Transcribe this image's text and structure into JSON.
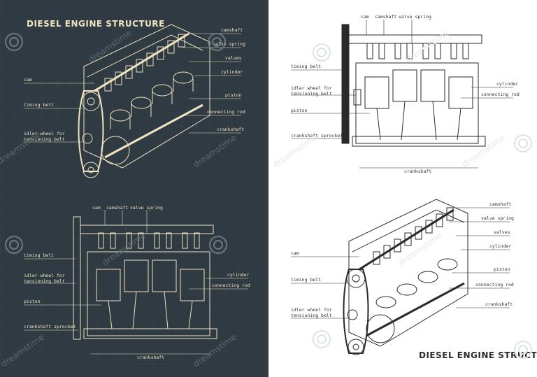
{
  "colors": {
    "dark_bg": "#2f3a43",
    "dark_line": "#efe3c0",
    "light_bg": "#ffffff",
    "light_line": "#2a2a2a",
    "watermark": "#c9d2d8"
  },
  "icons": [
    "dreamstime-spiral-icon"
  ],
  "watermark_text": "dreamstime",
  "left": {
    "title": "DIESEL ENGINE STRUCTURE",
    "iso_labels": {
      "camshaft": "camshaft",
      "valve_spring": "valve spring",
      "valves": "valves",
      "cylinder": "cylinder",
      "piston": "piston",
      "connecting_rod": "connecting rod",
      "crankshaft": "crankshaft",
      "cam": "cam",
      "timing_belt": "timing belt",
      "idler_wheel": [
        "idler wheel for",
        "tensioning belt"
      ]
    },
    "front_labels": {
      "cam": "cam",
      "camshaft": "camshaft",
      "valve_spring": "valve spring",
      "timing_belt": "timing belt",
      "idler_wheel": [
        "idler wheel for",
        "tensioning belt"
      ],
      "piston": "piston",
      "crankshaft_sprocket": "crankshaft sprocket",
      "cylinder": "cylinder",
      "connecting_rod": "connecting rod",
      "crankshaft": "crankshaft"
    }
  },
  "right": {
    "title": "DIESEL ENGINE STRUCTURE",
    "front_labels": {
      "cam": "cam",
      "camshaft": "camshaft",
      "valve_spring": "valve spring",
      "timing_belt": "timing belt",
      "idler_wheel": [
        "idler wheel for",
        "tensioning belt"
      ],
      "piston": "piston",
      "crankshaft_sprocket": "crankshaft sprocket",
      "cylinder": "cylinder",
      "connecting_rod": "connecting rod",
      "crankshaft": "crankshaft"
    },
    "iso_labels": {
      "camshaft": "camshaft",
      "valve_spring": "valve spring",
      "valves": "valves",
      "cylinder": "cylinder",
      "cam": "cam",
      "piston": "piston",
      "timing_belt": "timing belt",
      "connecting_rod": "connecting rod",
      "crankshaft": "crankshaft",
      "idler_wheel": [
        "idler wheel for",
        "tensioning belt"
      ]
    }
  }
}
